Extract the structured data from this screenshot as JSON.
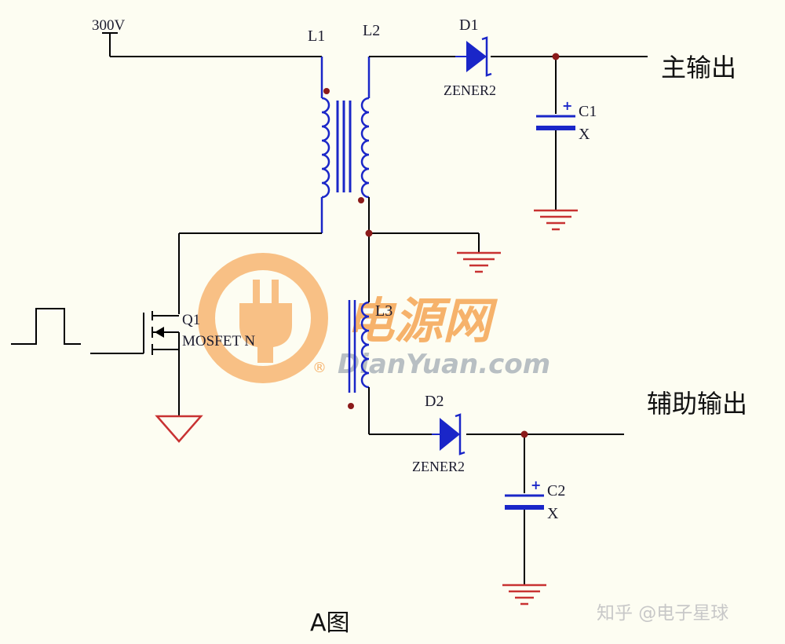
{
  "supply": {
    "label": "300V"
  },
  "transformer": {
    "primary_label": "L1",
    "secondary_label": "L2",
    "aux_label": "L3"
  },
  "diodes": [
    {
      "ref": "D1",
      "part": "ZENER2"
    },
    {
      "ref": "D2",
      "part": "ZENER2"
    }
  ],
  "capacitors": [
    {
      "ref": "C1",
      "value": "X",
      "polarity": "+"
    },
    {
      "ref": "C2",
      "value": "X",
      "polarity": "+"
    }
  ],
  "switch": {
    "ref": "Q1",
    "part": "MOSFET N"
  },
  "outputs": {
    "main": "主输出",
    "aux": "辅助输出"
  },
  "caption": "A图",
  "watermark": {
    "brand_cn": "电源网",
    "brand_en": "DianYuan.com",
    "registered": "®",
    "credit": "知乎 @电子星球"
  },
  "colors": {
    "wire": "#000000",
    "component": "#1a26c8",
    "ground": "#c83232",
    "dot": "#8b1a1a",
    "watermark": "#f5a04a"
  }
}
